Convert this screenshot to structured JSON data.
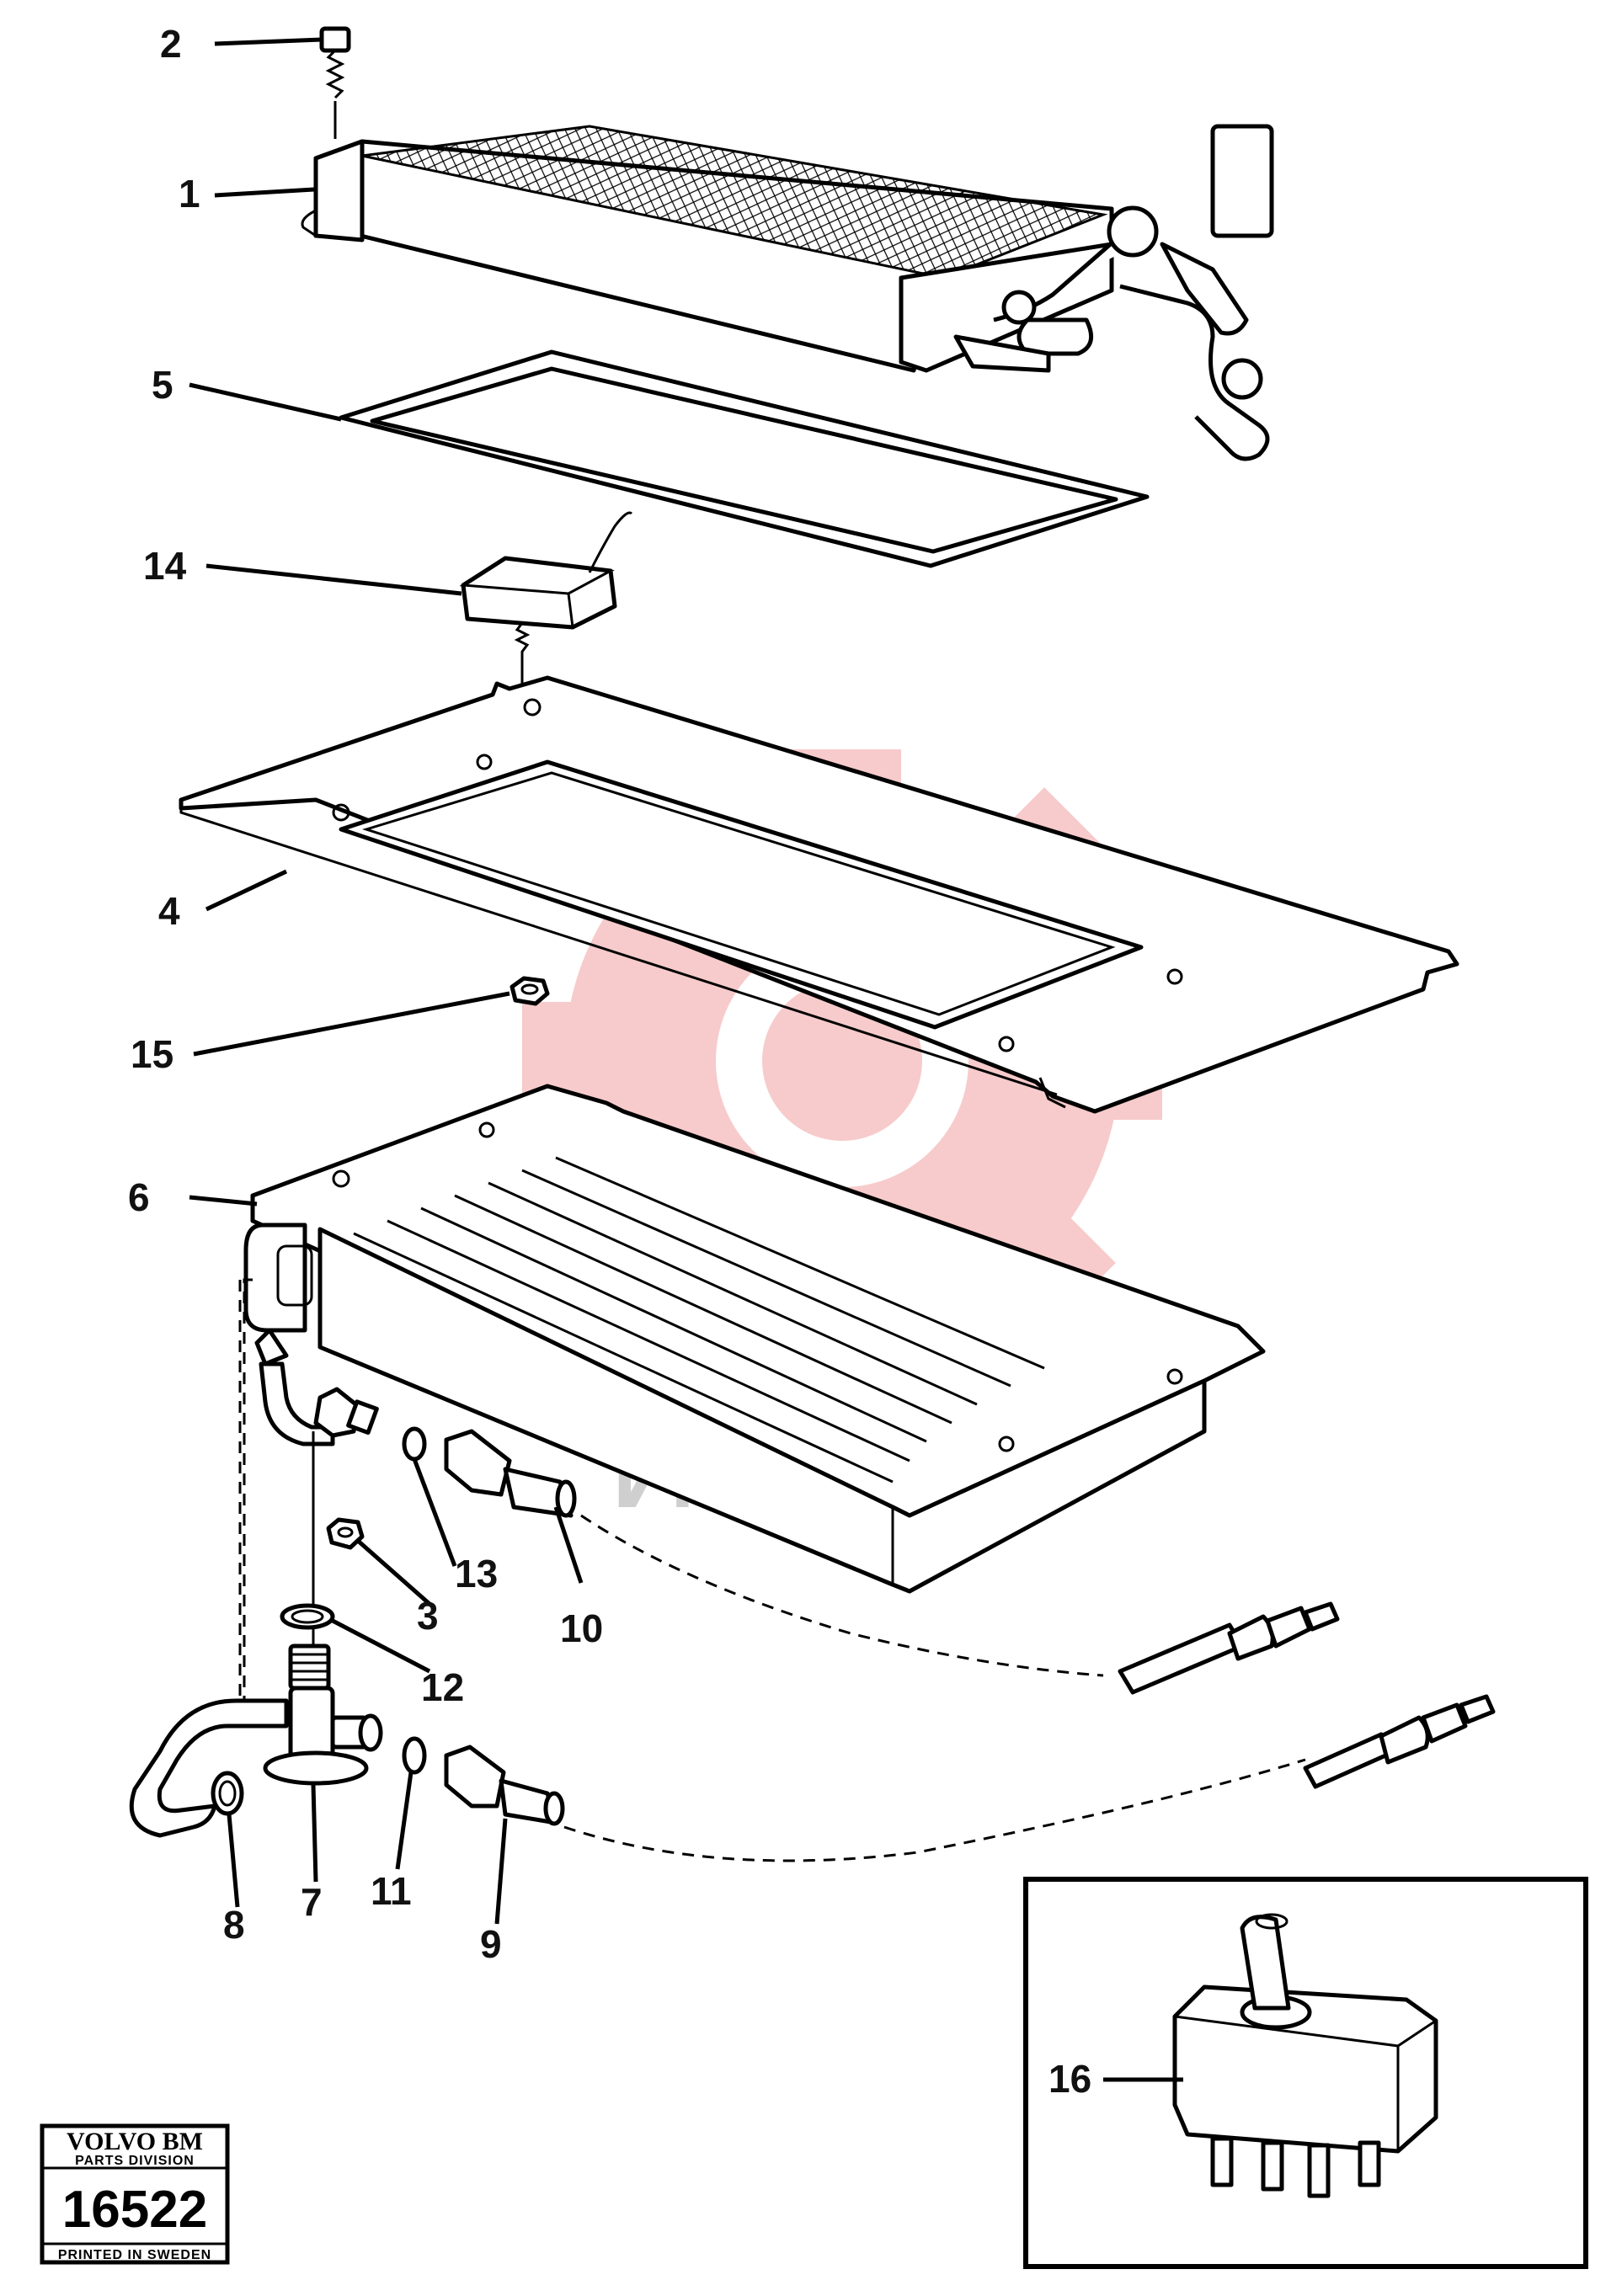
{
  "watermark": {
    "text": "ИНТЕХ",
    "gear_color": "#f6c2c2"
  },
  "stamp": {
    "brand": "VOLVO BM",
    "division": "PARTS DIVISION",
    "number": "16522",
    "printed": "PRINTED IN SWEDEN"
  },
  "callouts": {
    "c1": "1",
    "c2": "2",
    "c3": "3",
    "c4": "4",
    "c5": "5",
    "c6": "6",
    "c7": "7",
    "c8": "8",
    "c9": "9",
    "c10": "10",
    "c11": "11",
    "c12": "12",
    "c13": "13",
    "c14": "14",
    "c15": "15",
    "c16": "16"
  }
}
